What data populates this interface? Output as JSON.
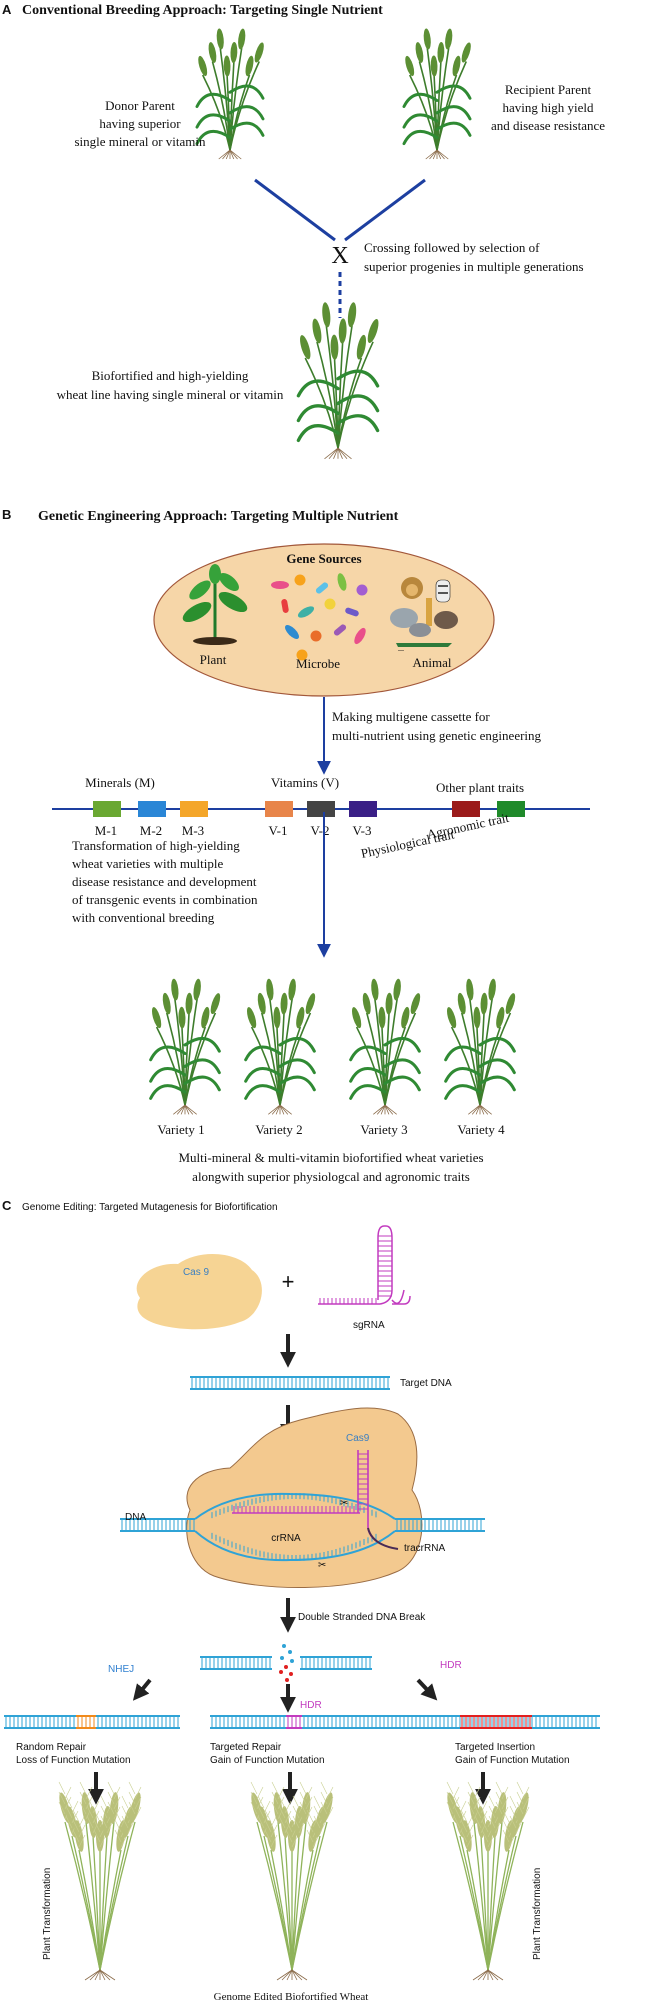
{
  "panelA": {
    "letter": "A",
    "title": "Conventional Breeding Approach: Targeting Single Nutrient",
    "donor": [
      "Donor Parent",
      "having superior",
      "single mineral or vitamin"
    ],
    "recipient": [
      "Recipient Parent",
      "having high yield",
      "and disease resistance"
    ],
    "cross_symbol": "X",
    "cross_text": [
      "Crossing followed by selection of",
      "superior progenies in multiple generations"
    ],
    "result": [
      "Biofortified and high-yielding",
      "wheat line having single mineral or vitamin"
    ]
  },
  "panelB": {
    "letter": "B",
    "title": "Genetic Engineering Approach: Targeting Multiple Nutrient",
    "sources_title": "Gene Sources",
    "sources": [
      "Plant",
      "Microbe",
      "Animal"
    ],
    "cassette_text": [
      "Making multigene cassette for",
      "multi-nutrient using genetic engineering"
    ],
    "group_minerals": "Minerals (M)",
    "group_vitamins": "Vitamins (V)",
    "group_other": "Other plant traits",
    "genes": [
      "M-1",
      "M-2",
      "M-3",
      "V-1",
      "V-2",
      "V-3"
    ],
    "gene_colors": [
      "#6aa832",
      "#2a86d6",
      "#f4a62a",
      "#e8854a",
      "#444444",
      "#3a1f86",
      "#9b1b1b",
      "#1f8a2a"
    ],
    "trait_physiological": "Physiological trait",
    "trait_agronomic": "Agronomic trait",
    "transformation": [
      "Transformation of high-yielding",
      "wheat varieties with multiple",
      "disease resistance and development",
      "of transgenic events in combination",
      "with conventional breeding"
    ],
    "varieties": [
      "Variety 1",
      "Variety 2",
      "Variety 3",
      "Variety 4"
    ],
    "summary": [
      "Multi-mineral & multi-vitamin biofortified wheat varieties",
      "alongwith  superior physiologcal and agronomic traits"
    ]
  },
  "panelC": {
    "letter": "C",
    "title": "Genome Editing: Targeted Mutagenesis for Biofortification",
    "cas9": "Cas 9",
    "plus": "+",
    "sgrna": "sgRNA",
    "target_dna": "Target DNA",
    "cas9_complex": "Cas9",
    "dna": "DNA",
    "tracrrna": "tracrRNA",
    "crrna": "crRNA",
    "dsb": "Double Stranded DNA Break",
    "nhej": "NHEJ",
    "hdr1": "HDR",
    "hdr2": "HDR",
    "out1": [
      "Random Repair",
      "Loss of Function Mutation"
    ],
    "out2": [
      "Targeted  Repair",
      "Gain of Function Mutation"
    ],
    "out3": [
      "Targeted  Insertion",
      "Gain of Function Mutation"
    ],
    "plant_transformation": "Plant Transformation",
    "final": "Genome Edited Biofortified Wheat",
    "colors": {
      "dna": "#2fa3d6",
      "nhej": "#2f7fd0",
      "hdr": "#c23bbf",
      "repair_orange": "#f08a1c",
      "insert_red": "#e02020",
      "cas9_fill": "#f3c98f"
    }
  }
}
